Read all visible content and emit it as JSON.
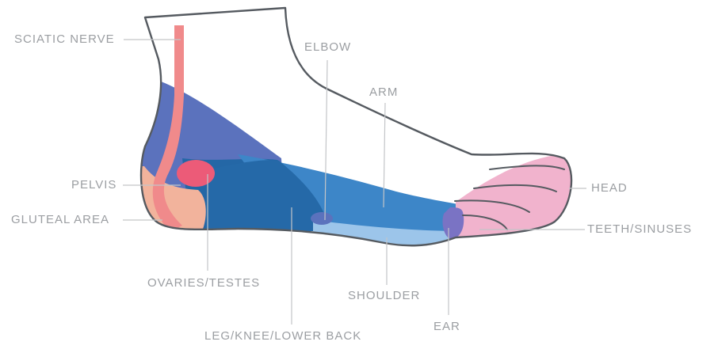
{
  "labels": {
    "sciatic_nerve": "SCIATIC NERVE",
    "elbow": "ELBOW",
    "arm": "ARM",
    "pelvis": "PELVIS",
    "head": "HEAD",
    "gluteal_area": "GLUTEAL AREA",
    "teeth_sinuses": "TEETH/SINUSES",
    "ovaries_testes": "OVARIES/TESTES",
    "shoulder": "SHOULDER",
    "ear": "EAR",
    "leg_knee_lower_back": "LEG/KNEE/LOWER BACK"
  },
  "colors": {
    "outline": "#555a60",
    "label_text": "#9b9ea2",
    "leader_line": "#c3c5c8",
    "heel_blue": "#5b72bd",
    "mid_blue_dark": "#2467a6",
    "arch_blue": "#3d86c8",
    "sole_light_blue": "#9cc5ea",
    "toes_pink": "#f1b3cd",
    "sciatic_nerve": "#f08a8b",
    "pelvis_spot": "#ec5b78",
    "gluteal_area": "#f2b39c",
    "ear_violet": "#7a73c4"
  }
}
